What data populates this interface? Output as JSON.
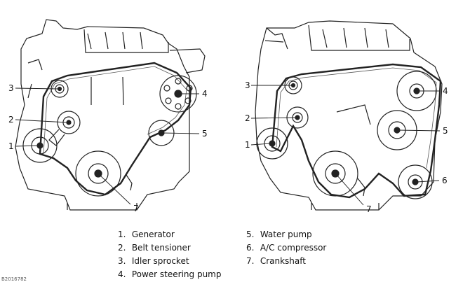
{
  "callouts": {
    "left": [
      "1",
      "2",
      "3",
      "4",
      "5",
      "7"
    ],
    "right": [
      "1",
      "2",
      "3",
      "4",
      "5",
      "6",
      "7"
    ]
  },
  "legend": {
    "left": [
      {
        "num": "1.",
        "label": "Generator"
      },
      {
        "num": "2.",
        "label": "Belt tensioner"
      },
      {
        "num": "3.",
        "label": "Idler sprocket"
      },
      {
        "num": "4.",
        "label": "Power steering pump"
      }
    ],
    "right": [
      {
        "num": "5.",
        "label": "Water pump"
      },
      {
        "num": "6.",
        "label": "A/C compressor"
      },
      {
        "num": "7.",
        "label": "Crankshaft"
      }
    ]
  },
  "caption": "B2016782"
}
